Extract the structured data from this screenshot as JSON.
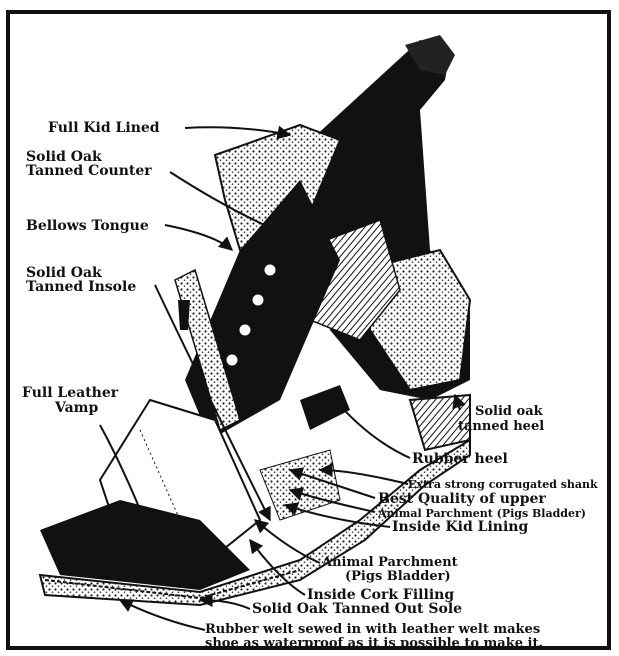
{
  "labels": {
    "full_kid_lined": "Full Kid Lined",
    "solid_oak_counter_1": "Solid Oak",
    "solid_oak_counter_2": "Tanned Counter",
    "bellows_tongue": "Bellows Tongue",
    "solid_oak_insole_1": "Solid Oak",
    "solid_oak_insole_2": "Tanned Insole",
    "full_leather_vamp_1": "Full Leather",
    "full_leather_vamp_2": "Vamp",
    "solid_oak_heel_1": "Solid oak",
    "solid_oak_heel_2": "tanned heel",
    "rubber_heel": "Rubber heel",
    "shank": "Extra strong corrugated shank",
    "best_quality_upper": "Best Quality of upper",
    "animal_parchment_bladder": "Animal Parchment (Pigs Bladder)",
    "inside_kid_lining": "Inside Kid Lining",
    "animal_parchment_1": "Animal Parchment",
    "animal_parchment_2": "(Pigs Bladder)",
    "inside_cork_filling": "Inside Cork Filling",
    "out_sole": "Solid Oak Tanned Out Sole",
    "caption_1": "Rubber welt sewed in with leather welt makes",
    "caption_2": "shoe as waterproof as it is possible to make it."
  }
}
